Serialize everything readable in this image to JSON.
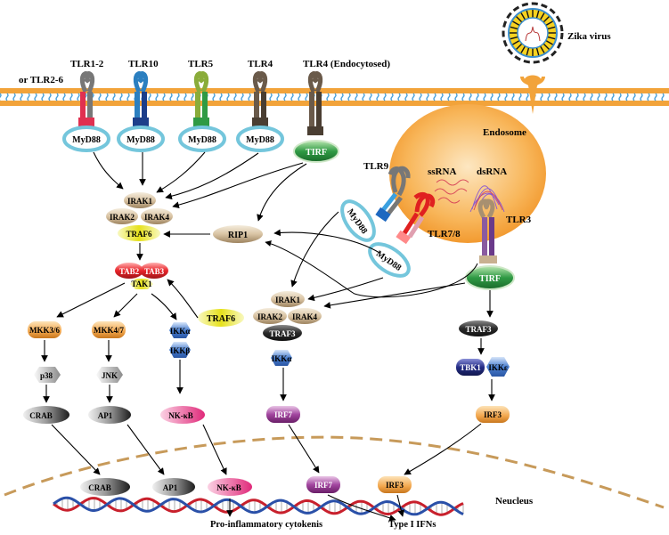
{
  "receptors": {
    "tlr1_2": "TLR1-2",
    "tlr2_6": "or TLR2-6",
    "tlr10": "TLR10",
    "tlr5": "TLR5",
    "tlr4": "TLR4",
    "tlr4_endo": "TLR4 (Endocytosed)",
    "tlr9": "TLR9",
    "tlr7_8": "TLR7/8",
    "tlr3": "TLR3"
  },
  "virus": {
    "label": "Zika virus"
  },
  "endosome": {
    "label": "Endosome",
    "ssrna": "ssRNA",
    "dsrna": "dsRNA"
  },
  "adaptors": {
    "myd88": "MyD88",
    "tirf": "TIRF"
  },
  "molecules": {
    "irak1": "IRAK1",
    "irak2": "IRAK2",
    "irak4": "IRAK4",
    "traf6": "TRAF6",
    "traf3": "TRAF3",
    "rip1": "RIP1",
    "tab2": "TAB2",
    "tab3": "TAB3",
    "tak1": "TAK1",
    "mkk36": "MKK3/6",
    "mkk47": "MKK4/7",
    "ikka": "IKKα",
    "ikkb": "IKKβ",
    "ikke": "IKKε",
    "tbk1": "TBK1",
    "p38": "p38",
    "jnk": "JNK",
    "crab": "CRAB",
    "ap1": "AP1",
    "nfkb": "NK-κB",
    "irf7": "IRF7",
    "irf3": "IRF3"
  },
  "nucleus": {
    "label": "Neucleus",
    "pro_inflammatory": "Pro-inflammatory cytokenis",
    "type1_ifn": "Type I IFNs"
  },
  "colors": {
    "membrane": "#f2a33a",
    "membrane_tail": "#4aa0d8",
    "endosome": "#f7a63a",
    "myd88_ring": "#74c6dc",
    "tirf": "#2f9a44",
    "traf6": "#e6e11c",
    "tab": "#e8242a",
    "nfkb": "#e8287a",
    "irf7": "#8b2e86",
    "ikk": "#4a7fd0",
    "tbk1": "#242c86",
    "nucleus_border": "#c79a5a",
    "dna_red": "#c8202c",
    "dna_blue": "#2a50a8"
  }
}
